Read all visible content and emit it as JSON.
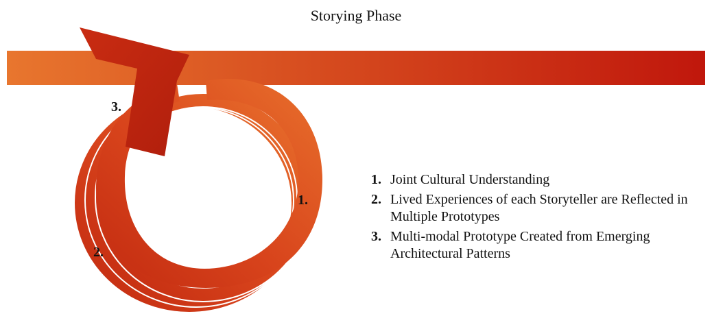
{
  "title": "Storying Phase",
  "colors": {
    "band_start": "#e8762e",
    "band_end": "#c0170c",
    "spiral_light": "#e8762e",
    "spiral_dark": "#c22a10"
  },
  "stage_markers": {
    "stage1": "1.",
    "stage2": "2.",
    "stage3": "3."
  },
  "legend": [
    {
      "number": "1.",
      "text": "Joint Cultural Understanding"
    },
    {
      "number": "2.",
      "text": "Lived Experiences of each Storyteller are Reflected in Multiple Prototypes"
    },
    {
      "number": "3.",
      "text": "Multi-modal Prototype Created from Emerging Architectural Patterns"
    }
  ]
}
